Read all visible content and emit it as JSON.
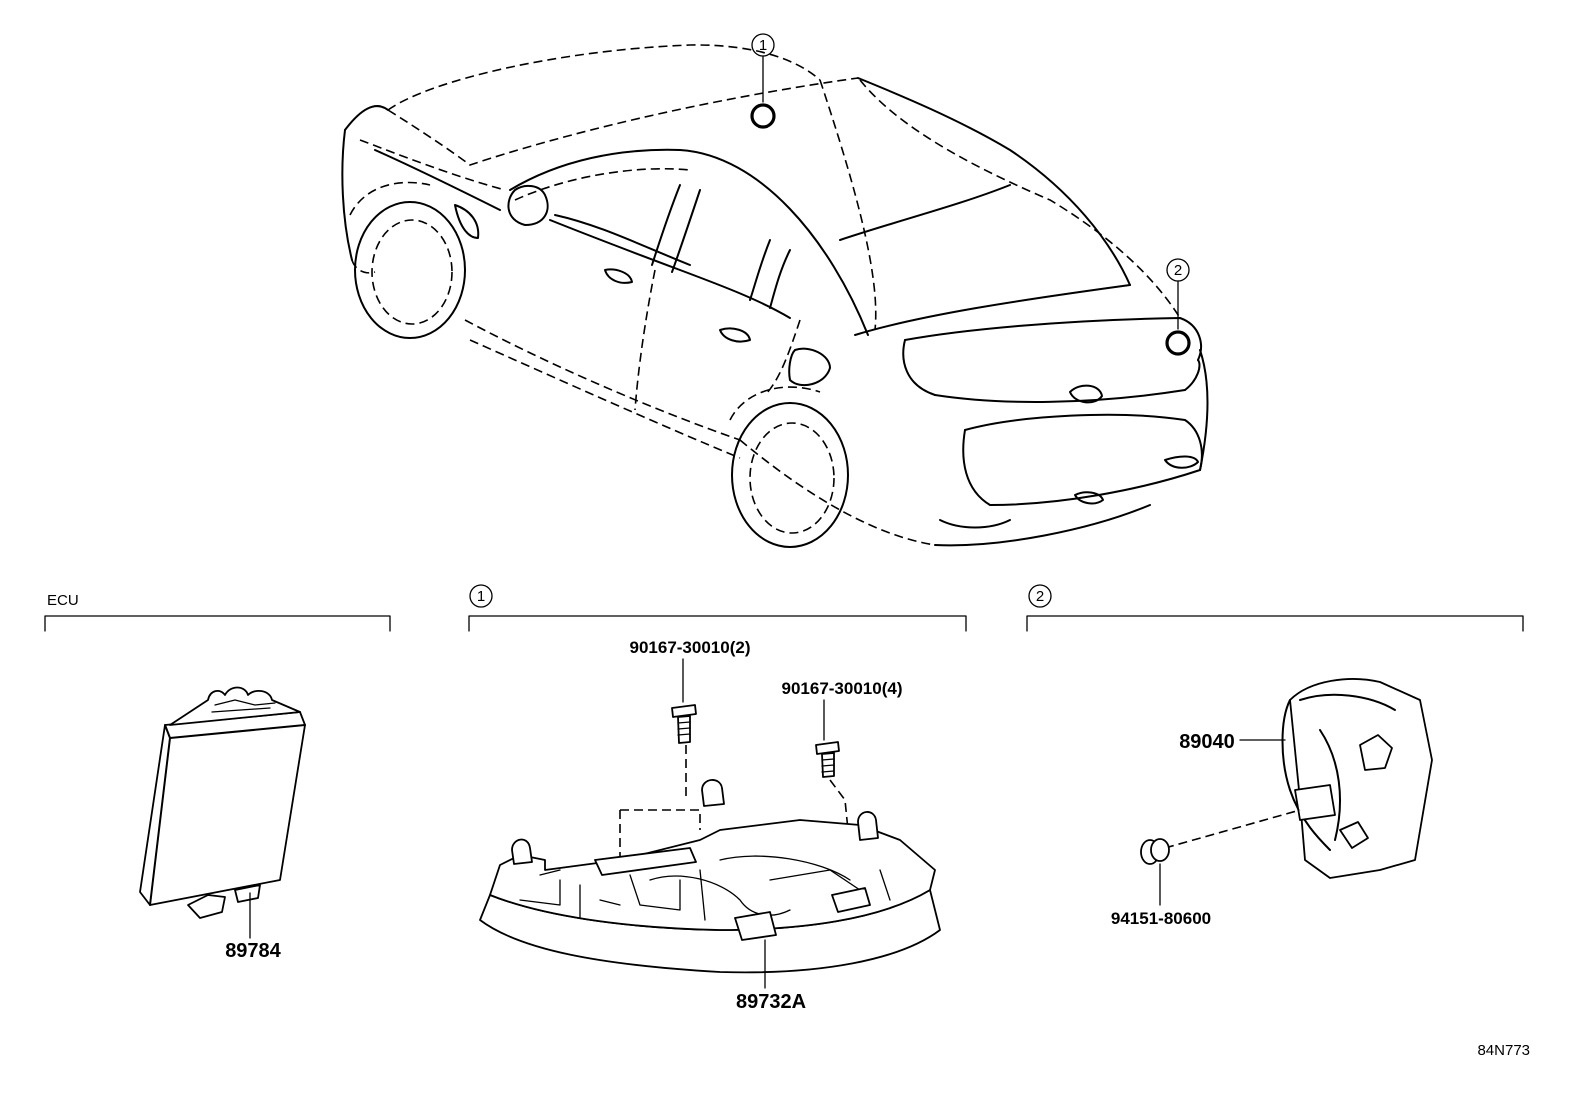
{
  "diagram": {
    "reference_code": "84N773",
    "callouts": [
      {
        "number": "1"
      },
      {
        "number": "2"
      }
    ],
    "sections": [
      {
        "id": "ecu",
        "title": "ECU",
        "parts": [
          "89784"
        ]
      },
      {
        "id": "section-1",
        "title": "1",
        "parts": [
          "90167-30010(2)",
          "90167-30010(4)",
          "89732A"
        ]
      },
      {
        "id": "section-2",
        "title": "2",
        "parts": [
          "89040",
          "94151-80600"
        ]
      }
    ]
  }
}
